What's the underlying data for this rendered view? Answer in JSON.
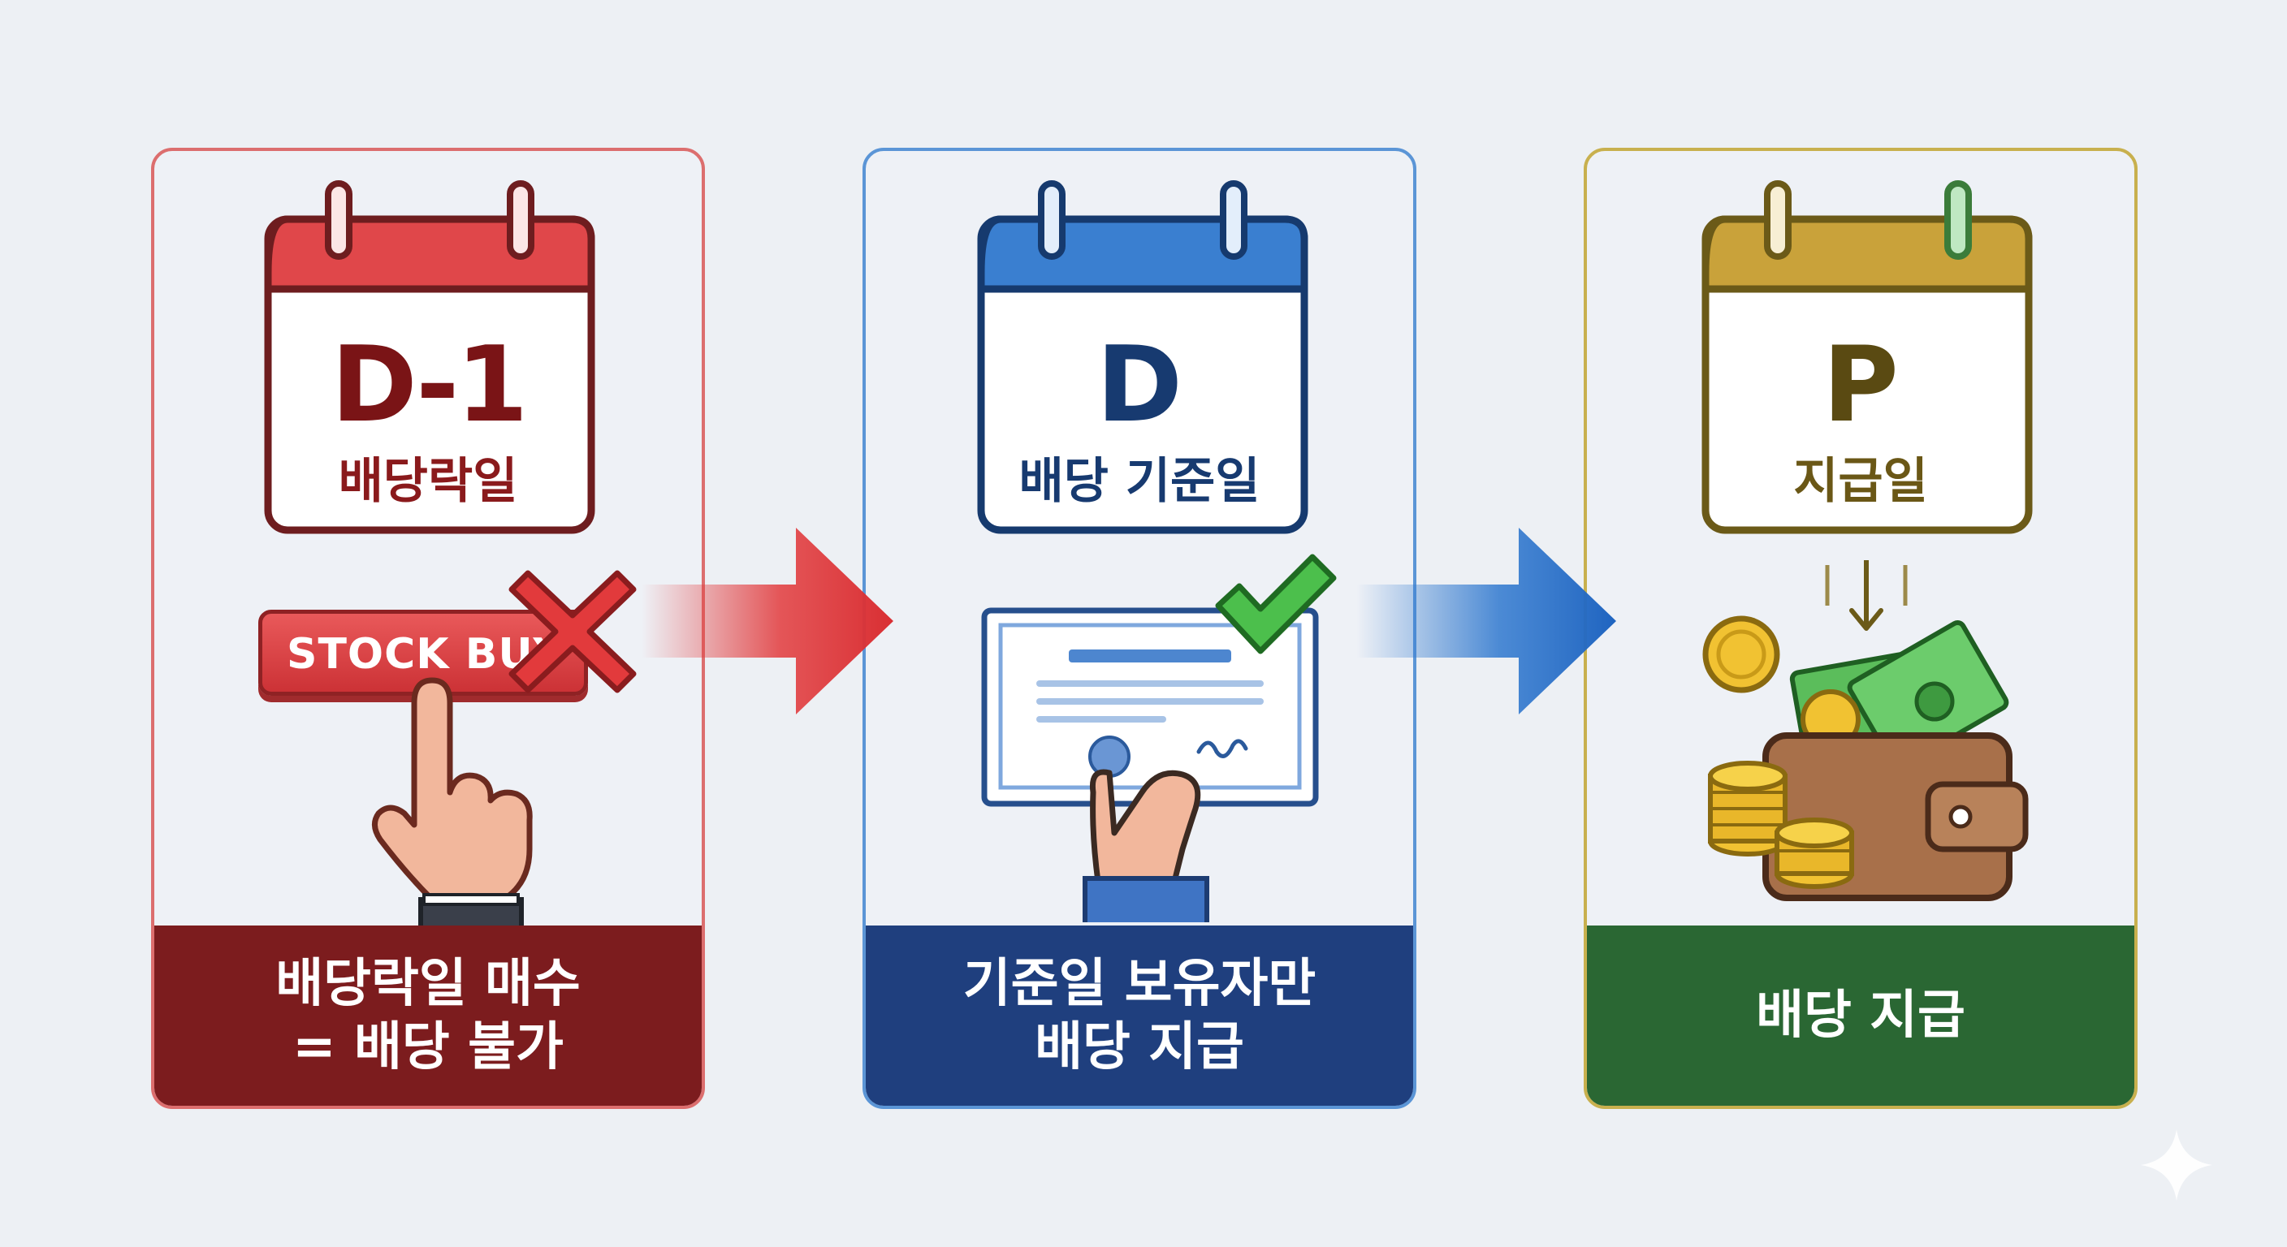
{
  "steps": [
    {
      "id": "ex-dividend",
      "calendar_code": "D-1",
      "calendar_label": "배당락일",
      "action_button": "STOCK BUY",
      "caption_line1": "배당락일 매수",
      "caption_line2": "= 배당 불가",
      "accent": "#d9363e",
      "footer_color": "#7c1c1e"
    },
    {
      "id": "record-date",
      "calendar_code": "D",
      "calendar_label": "배당 기준일",
      "caption_line1": "기준일 보유자만",
      "caption_line2": "배당 지급",
      "accent": "#2f78cf",
      "footer_color": "#1f3f7e"
    },
    {
      "id": "payment-date",
      "calendar_code": "P",
      "calendar_label": "지급일",
      "caption_line1": "배당 지급",
      "accent": "#c39a2c",
      "footer_color": "#2a6733"
    }
  ],
  "icons": [
    "calendar-icon",
    "close-icon",
    "pointing-hand-icon",
    "certificate-icon",
    "checkmark-icon",
    "wallet-icon",
    "coin-icon",
    "banknote-icon",
    "arrow-right-icon",
    "sparkle-icon"
  ]
}
